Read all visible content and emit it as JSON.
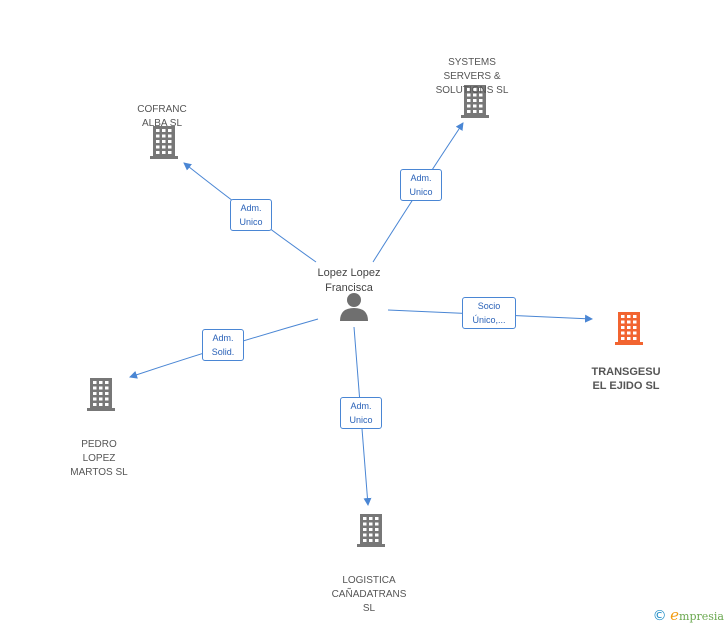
{
  "center": {
    "label": "Lopez Lopez\nFrancisca",
    "icon": "person-icon"
  },
  "companies": [
    {
      "id": "cofranc",
      "label": "COFRANC\nALBA SL",
      "icon": "building-icon",
      "color": "#777777"
    },
    {
      "id": "systems",
      "label": "SYSTEMS\nSERVERS &\nSOLUTIONS SL",
      "icon": "building-icon",
      "color": "#777777"
    },
    {
      "id": "transgesu",
      "label": "TRANSGESU\nEL EJIDO SL",
      "icon": "building-icon",
      "color": "#f26430",
      "highlight": true
    },
    {
      "id": "pedro",
      "label": "PEDRO\nLOPEZ\nMARTOS SL",
      "icon": "building-icon",
      "color": "#777777"
    },
    {
      "id": "logistica",
      "label": "LOGISTICA\nCAÑADATRANS\nSL",
      "icon": "building-icon",
      "color": "#777777"
    }
  ],
  "relations": [
    {
      "target": "cofranc",
      "label": "Adm.\nUnico"
    },
    {
      "target": "systems",
      "label": "Adm.\nUnico"
    },
    {
      "target": "transgesu",
      "label": "Socio\nÚnico,..."
    },
    {
      "target": "pedro",
      "label": "Adm.\nSolid."
    },
    {
      "target": "logistica",
      "label": "Adm.\nUnico"
    }
  ],
  "colors": {
    "edge": "#4a86d4",
    "node_default": "#777777",
    "node_highlight": "#f26430"
  },
  "footer": {
    "copyright_symbol": "©",
    "brand_initial": "e",
    "brand_rest": "mpresia"
  }
}
